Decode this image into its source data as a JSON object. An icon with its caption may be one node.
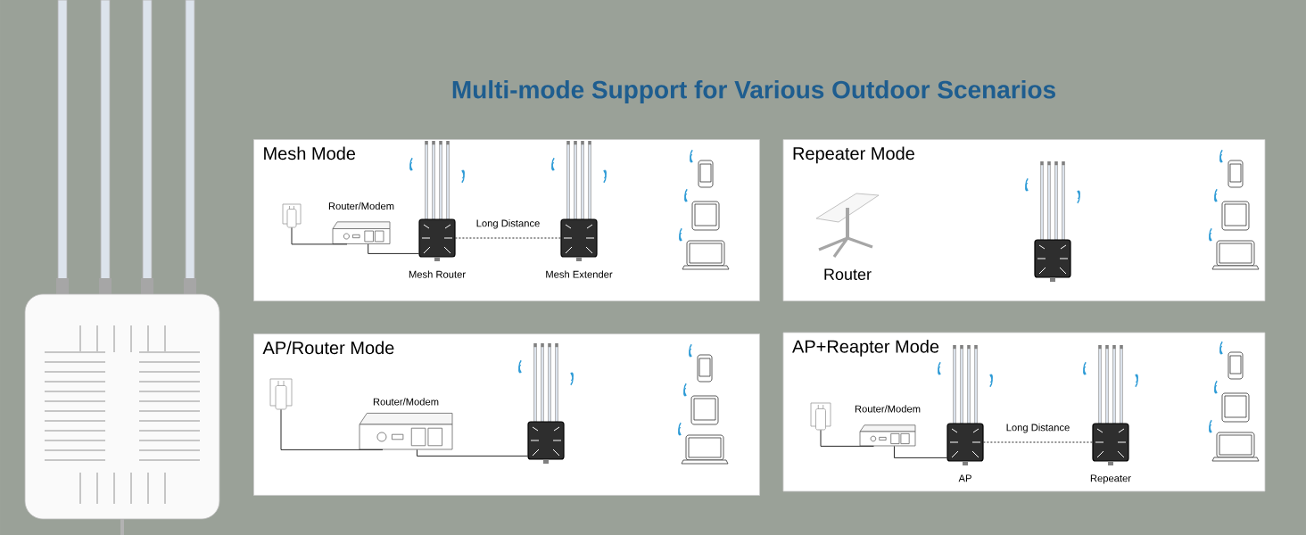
{
  "diagram": {
    "title": "Multi-mode Support for Various Outdoor Scenarios",
    "nodes": [
      {
        "text": [
          "Mesh Mode"
        ]
      },
      {
        "text": [],
        "shape": "picture",
        "in": 0
      },
      {
        "text": [
          "Router/Modem"
        ],
        "in": 0
      },
      {
        "text": [
          "Mesh Router"
        ],
        "in": 0
      },
      {
        "text": [
          "Mesh Extender"
        ],
        "in": 0
      },
      {
        "text": [
          "Repeater Mode"
        ]
      },
      {
        "text": [],
        "shape": "picture",
        "beside": [
          "Router"
        ],
        "in": 5
      },
      {
        "text": [],
        "shape": "picture",
        "in": 5
      },
      {
        "text": [
          "AP/Router Mode"
        ]
      },
      {
        "text": [],
        "shape": "picture",
        "in": 8
      },
      {
        "text": [
          "Router/Modem"
        ],
        "in": 8
      },
      {
        "text": [],
        "shape": "picture",
        "in": 8
      },
      {
        "text": [
          "AP+Reapter Mode"
        ]
      },
      {
        "text": [],
        "shape": "picture",
        "in": 12
      },
      {
        "text": [
          "Router/Modem"
        ],
        "in": 12
      },
      {
        "text": [
          "AP"
        ],
        "in": 12
      },
      {
        "text": [
          "Repeater"
        ],
        "in": 12
      }
    ],
    "edges": [
      {
        "from": 1,
        "to": 2,
        "arrow": "none"
      },
      {
        "from": 2,
        "to": 3,
        "arrow": "none"
      },
      {
        "from": 3,
        "to": 4,
        "arrow": "none",
        "label": "Long Distance",
        "style": "dashed"
      },
      {
        "from": 9,
        "to": 10,
        "arrow": "none"
      },
      {
        "from": 10,
        "to": 11,
        "arrow": "none"
      },
      {
        "from": 13,
        "to": 14,
        "arrow": "none"
      },
      {
        "from": 14,
        "to": 15,
        "arrow": "none"
      },
      {
        "from": 15,
        "to": 16,
        "arrow": "none",
        "label": "Long Distance",
        "style": "dashed"
      }
    ]
  }
}
